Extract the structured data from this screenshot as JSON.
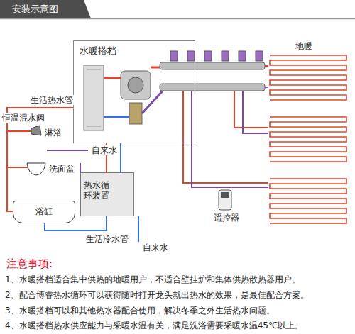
{
  "diagram": {
    "title": "安装示意图",
    "nodes": [
      {
        "text": [
          "水暖搭档"
        ]
      },
      {
        "text": [
          "热水循环装置"
        ]
      },
      {
        "text": [
          "浴缸"
        ]
      }
    ],
    "edges": [
      {
        "from": 0,
        "to": 1,
        "arrow": "none"
      },
      {
        "from": 0,
        "to": 2,
        "arrow": "none"
      },
      {
        "from": 1,
        "to": 2,
        "arrow": "none"
      }
    ],
    "labels": [
      "地暖",
      "生活热水管",
      "恒温混水阀",
      "淋浴",
      "自来水",
      "洗面盆",
      "遥控器",
      "生活冷水管",
      "自来水",
      "注意事项:",
      "1、水暖搭档适合集中供热的地暖用户，不适合壁挂炉和集体供热散热器用户。",
      "2、配合博睿热水循环可以获得随时打开龙头就出热水的效果，是最佳配合方案。",
      "3、水暖搭档可以和其他热水器配合使用，解决冬季之外生活热水问题。",
      "4、水暖搭档热水供应能力与采暖水温有关，满足洗浴需要采暖水温45℃以上。"
    ]
  }
}
